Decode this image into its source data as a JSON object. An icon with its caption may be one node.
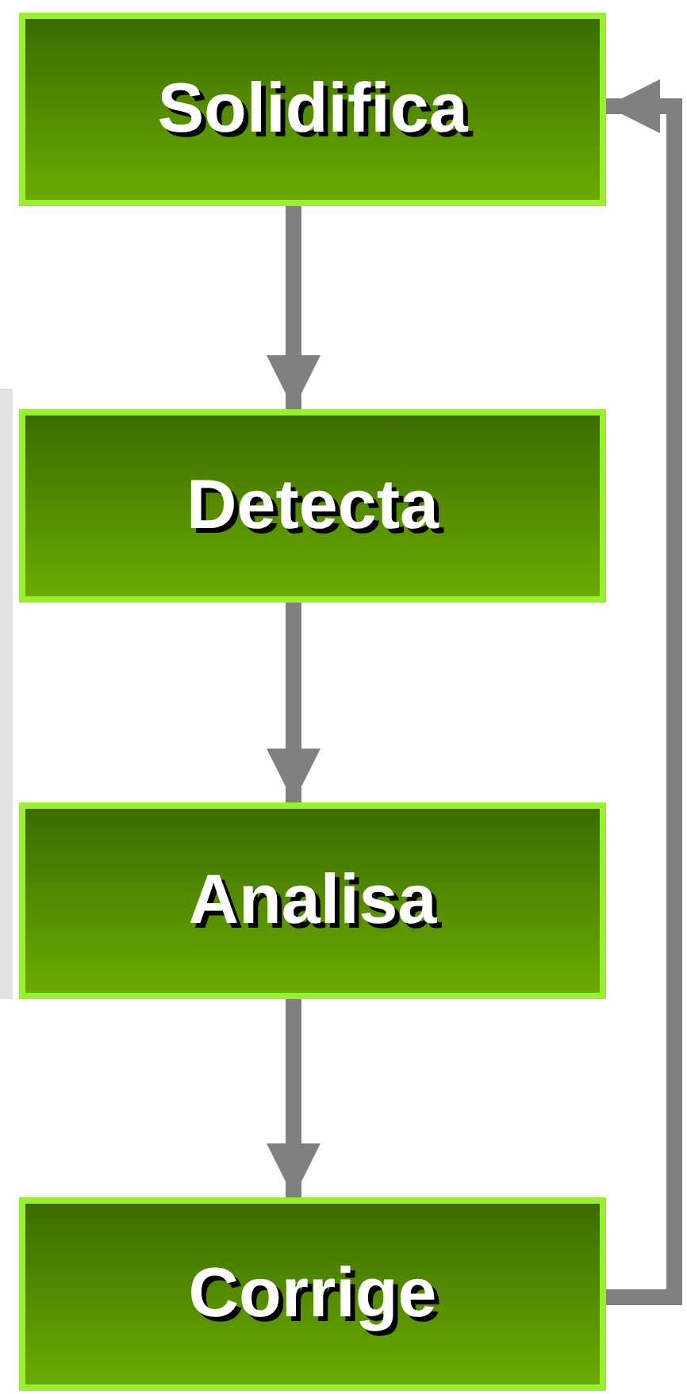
{
  "diagram": {
    "nodes": [
      {
        "text": [
          "Solidifica"
        ]
      },
      {
        "text": [
          "Detecta"
        ]
      },
      {
        "text": [
          "Analisa"
        ]
      },
      {
        "text": [
          "Corrige"
        ]
      }
    ],
    "edges": [
      {
        "from": 0,
        "to": 1,
        "arrow": "to"
      },
      {
        "from": 1,
        "to": 2,
        "arrow": "to"
      },
      {
        "from": 2,
        "to": 3,
        "arrow": "to"
      },
      {
        "from": 3,
        "to": 0,
        "arrow": "to"
      }
    ]
  }
}
